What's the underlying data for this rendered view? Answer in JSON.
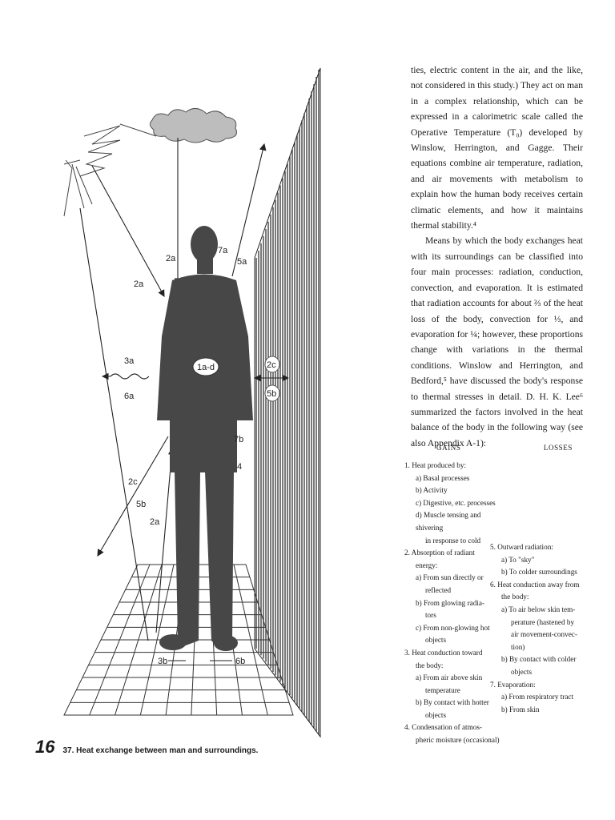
{
  "figure": {
    "labels": {
      "l2a_top": "2a",
      "l2a_left": "2a",
      "l7a": "7a",
      "l5a": "5a",
      "l3a": "3a",
      "l6a": "6a",
      "l1ad": "1a-d",
      "l2c_right": "2c",
      "l5b_right": "5b",
      "l7b": "7b",
      "l4": "4",
      "l2c_low": "2c",
      "l5b_low": "5b",
      "l2a_low": "2a",
      "l3b": "3b",
      "l6b": "6b"
    },
    "page_number": "16",
    "caption": "37. Heat exchange between man and surroundings."
  },
  "text": {
    "p1": "ties, electric content in the air, and the like, not considered in this study.) They act on man in a complex relationship, which can be expressed in a calorimetric scale called the Operative Temperature (T₀) developed by Winslow, Herrington, and Gagge. Their equations combine air temperature, radiation, and air movements with metabolism to explain how the human body receives certain climatic elements, and how it maintains thermal stability.⁴",
    "p2": "Means by which the body exchanges heat with its surroundings can be classified into four main processes: radiation, conduction, convection, and evaporation. It is estimated that radiation accounts for about ⅔ of the heat loss of the body, convection for ⅓, and evaporation for ¼; however, these proportions change with variations in the thermal conditions. Winslow and Herrington, and Bedford,⁵ have discussed the body's response to thermal stresses in detail. D. H. K. Lee⁶ summarized the factors involved in the heat balance of the body in the following way (see also Appendix A-1):"
  },
  "table": {
    "gains_header": "GAINS",
    "losses_header": "LOSSES",
    "gains": [
      {
        "cls": "item",
        "text": "1. Heat produced by:"
      },
      {
        "cls": "sub",
        "text": "a) Basal processes"
      },
      {
        "cls": "sub",
        "text": "b) Activity"
      },
      {
        "cls": "sub",
        "text": "c) Digestive, etc. processes"
      },
      {
        "cls": "sub",
        "text": "d) Muscle tensing and shivering"
      },
      {
        "cls": "sub2",
        "text": "in response to cold"
      },
      {
        "cls": "item",
        "text": "2. Absorption of radiant"
      },
      {
        "cls": "sub",
        "text": "energy:"
      },
      {
        "cls": "sub",
        "text": "a) From sun directly or"
      },
      {
        "cls": "sub2",
        "text": "reflected"
      },
      {
        "cls": "sub",
        "text": "b) From glowing radia-"
      },
      {
        "cls": "sub2",
        "text": "tors"
      },
      {
        "cls": "sub",
        "text": "c) From non-glowing hot"
      },
      {
        "cls": "sub2",
        "text": "objects"
      },
      {
        "cls": "item",
        "text": "3. Heat conduction toward"
      },
      {
        "cls": "sub",
        "text": "the body:"
      },
      {
        "cls": "sub",
        "text": "a) From air above skin"
      },
      {
        "cls": "sub2",
        "text": "temperature"
      },
      {
        "cls": "sub",
        "text": "b) By contact with hotter"
      },
      {
        "cls": "sub2",
        "text": "objects"
      },
      {
        "cls": "item",
        "text": "4. Condensation of atmos-"
      },
      {
        "cls": "sub",
        "text": "pheric moisture (occasional)"
      }
    ],
    "losses": [
      {
        "cls": "item",
        "text": "5. Outward radiation:"
      },
      {
        "cls": "sub",
        "text": "a) To \"sky\""
      },
      {
        "cls": "sub",
        "text": "b) To colder surroundings"
      },
      {
        "cls": "sub",
        "text": " "
      },
      {
        "cls": "item",
        "text": "6. Heat conduction away from"
      },
      {
        "cls": "sub",
        "text": "the body:"
      },
      {
        "cls": "sub",
        "text": "a) To air below skin tem-"
      },
      {
        "cls": "sub2",
        "text": "perature (hastened by"
      },
      {
        "cls": "sub2",
        "text": "air movement-convec-"
      },
      {
        "cls": "sub2",
        "text": "tion)"
      },
      {
        "cls": "sub",
        "text": "b) By contact with colder"
      },
      {
        "cls": "sub2",
        "text": "objects"
      },
      {
        "cls": "sub",
        "text": " "
      },
      {
        "cls": "item",
        "text": "7. Evaporation:"
      },
      {
        "cls": "sub",
        "text": "a) From respiratory tract"
      },
      {
        "cls": "sub",
        "text": "b) From skin"
      }
    ]
  }
}
